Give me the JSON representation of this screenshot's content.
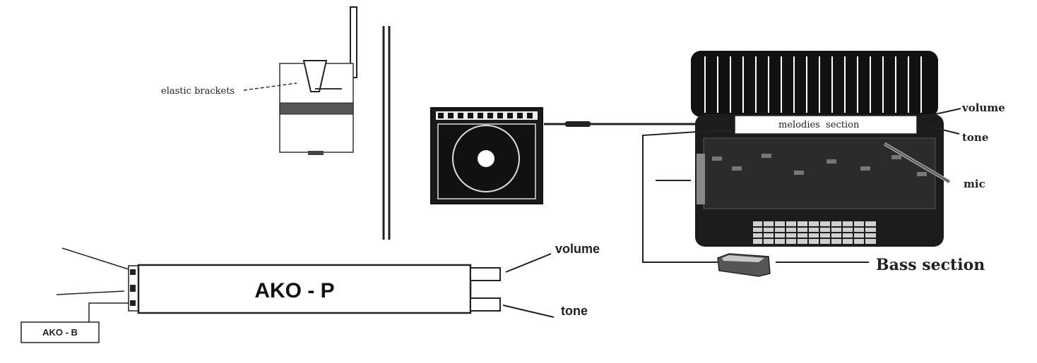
{
  "labels": {
    "elastic_brackets": "elastic brackets",
    "melodies_section": "melodies  section",
    "volume_right": "volume",
    "tone_right": "tone",
    "mic": "mic",
    "bass_section": "Bass section",
    "ako_p": "AKO - P",
    "volume_bottom": "volume",
    "tone_bottom": "tone",
    "ako_b": "AKO - B"
  }
}
